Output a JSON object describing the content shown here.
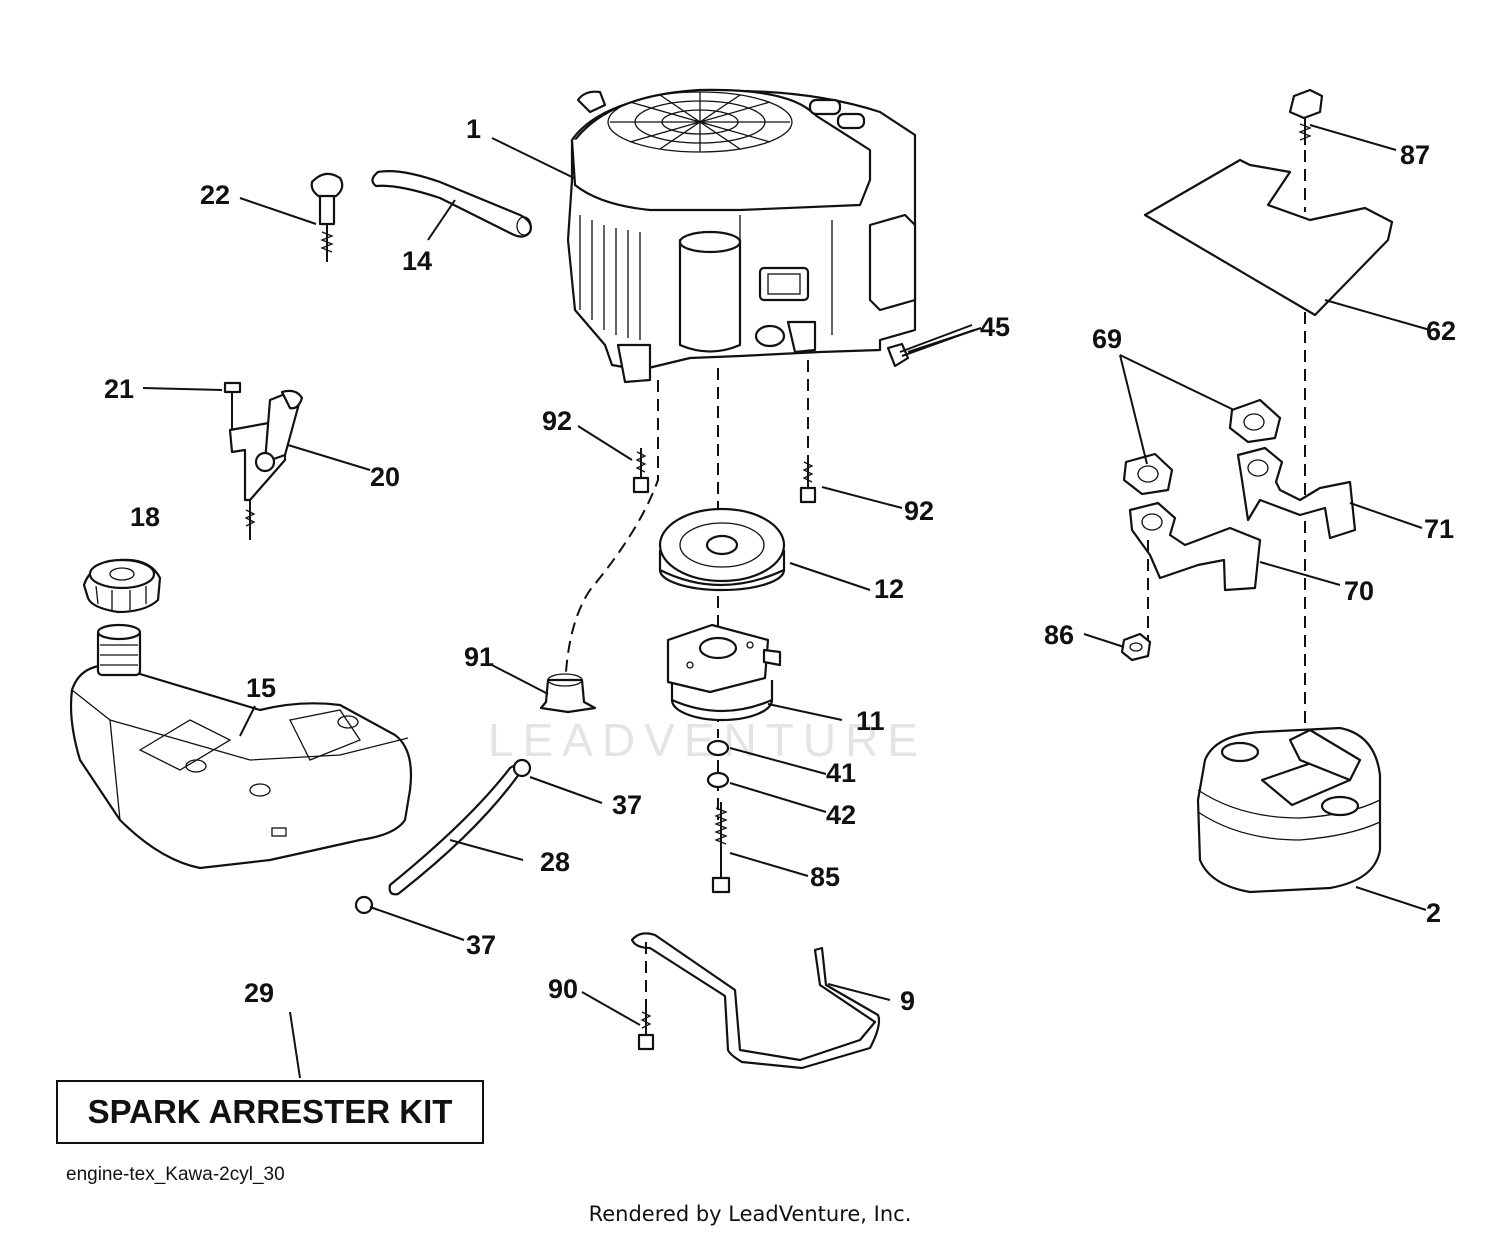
{
  "diagram": {
    "labels": {
      "l1": "1",
      "l2": "2",
      "l9": "9",
      "l11": "11",
      "l12": "12",
      "l14": "14",
      "l15": "15",
      "l18": "18",
      "l20": "20",
      "l21": "21",
      "l22": "22",
      "l28": "28",
      "l29": "29",
      "l37a": "37",
      "l37b": "37",
      "l41": "41",
      "l42": "42",
      "l45": "45",
      "l62": "62",
      "l69": "69",
      "l70": "70",
      "l71": "71",
      "l85": "85",
      "l86": "86",
      "l87": "87",
      "l90": "90",
      "l91": "91",
      "l92a": "92",
      "l92b": "92"
    },
    "kit_label": "SPARK ARRESTER KIT",
    "diagram_id": "engine-tex_Kawa-2cyl_30",
    "watermark": "LEADVENTURE",
    "credit": "Rendered by LeadVenture, Inc."
  }
}
